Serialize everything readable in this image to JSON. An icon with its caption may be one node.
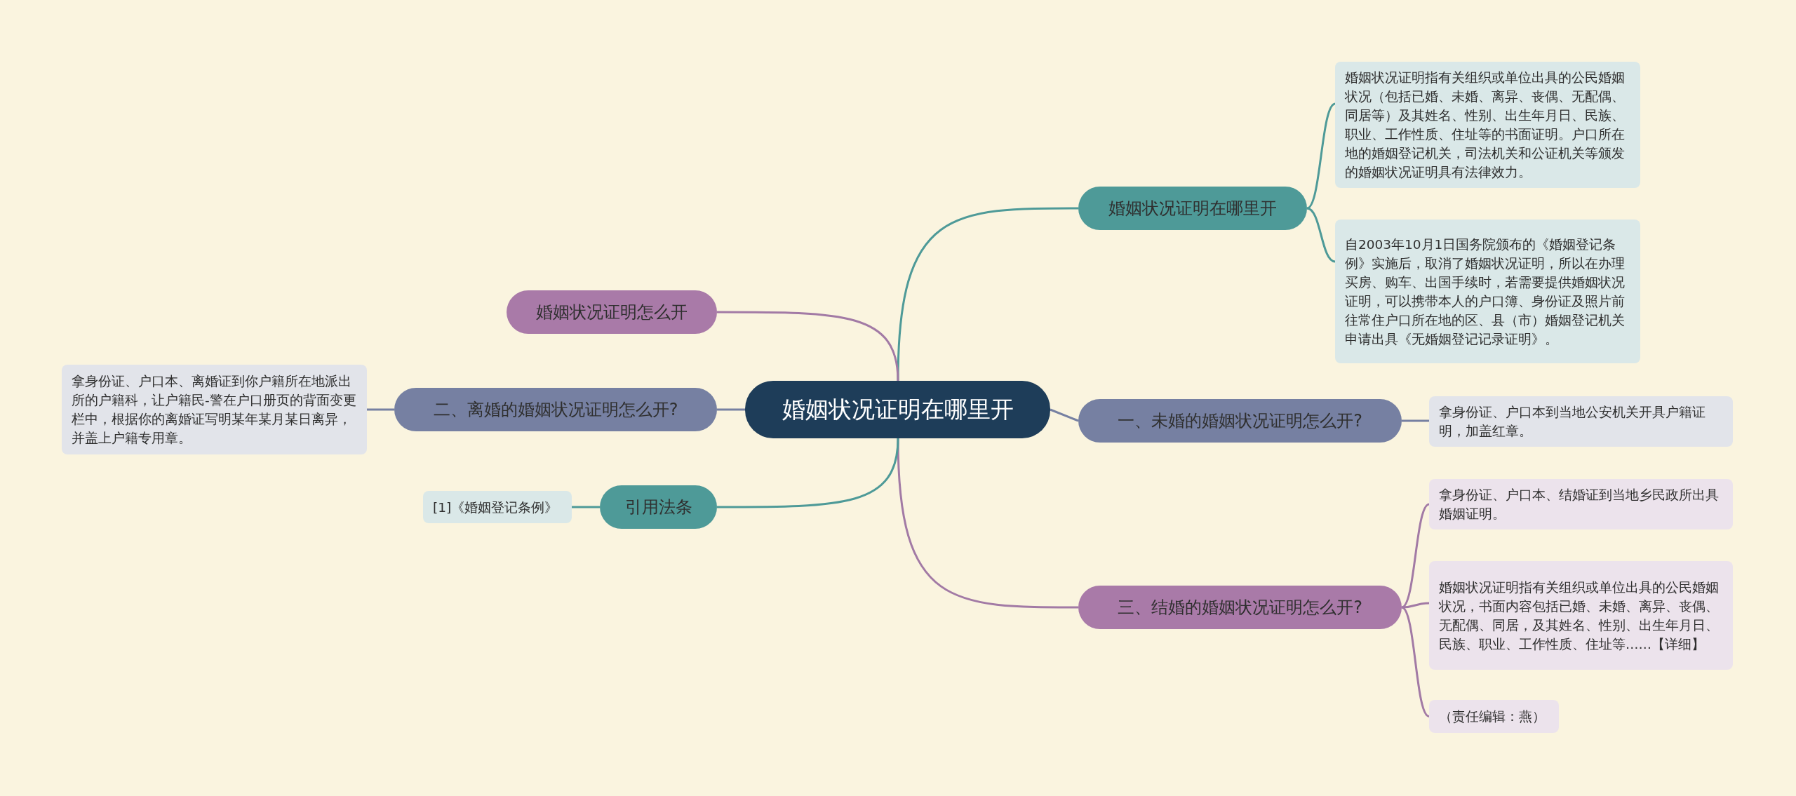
{
  "diagram": {
    "nodes": [
      {
        "text": [
          "婚姻状况证明在哪里开"
        ]
      },
      {
        "text": [
          "婚姻状况证明在哪里开"
        ]
      },
      {
        "text": [
          "婚姻状况证明指有关组织或单位出具的公民婚姻状况（包括已婚、未婚、离异、丧偶、无配偶、同居等）及其姓名、性别、出生年月日、民族、职业、工作性质、住址等的书面证明。户口所在地的婚姻登记机关，司法机关和公证机关等颁发的婚姻状况证明具有法律效力。"
        ]
      },
      {
        "text": [
          "自2003年10月1日国务院颁布的《婚姻登记条例》实施后，取消了婚姻状况证明，所以在办理买房、购车、出国手续时，若需要提供婚姻状况证明，可以携带本人的户口簿、身份证及照片前往常住户口所在地的区、县（市）婚姻登记机关申请出具《无婚姻登记记录证明》。"
        ]
      },
      {
        "text": [
          "一、未婚的婚姻状况证明怎么开?"
        ]
      },
      {
        "text": [
          "拿身份证、户口本到当地公安机关开具户籍证明，加盖红章。"
        ]
      },
      {
        "text": [
          "三、结婚的婚姻状况证明怎么开?"
        ]
      },
      {
        "text": [
          "拿身份证、户口本、结婚证到当地乡民政所出具婚姻证明。"
        ]
      },
      {
        "text": [
          "婚姻状况证明指有关组织或单位出具的公民婚姻状况，书面内容包括已婚、未婚、离异、丧偶、无配偶、同居，及其姓名、性别、出生年月日、民族、职业、工作性质、住址等……【详细】"
        ]
      },
      {
        "text": [
          "（责任编辑：燕）"
        ]
      },
      {
        "text": [
          "婚姻状况证明怎么开"
        ]
      },
      {
        "text": [
          "二、离婚的婚姻状况证明怎么开?"
        ]
      },
      {
        "text": [
          "拿身份证、户口本、离婚证到你户籍所在地派出所的户籍科，让户籍民-警在户口册页的背面变更栏中，根据你的离婚证写明某年某月某日离异，并盖上户籍专用章。"
        ]
      },
      {
        "text": [
          "引用法条"
        ]
      },
      {
        "text": [
          "[1]《婚姻登记条例》"
        ]
      }
    ],
    "edges": [
      {
        "from": 0,
        "to": 1,
        "arrow": "none",
        "color": "#4e9a98"
      },
      {
        "from": 1,
        "to": 2,
        "arrow": "none",
        "color": "#4e9a98"
      },
      {
        "from": 1,
        "to": 3,
        "arrow": "none",
        "color": "#4e9a98"
      },
      {
        "from": 0,
        "to": 4,
        "arrow": "none",
        "color": "#7680a2"
      },
      {
        "from": 4,
        "to": 5,
        "arrow": "none",
        "color": "#7680a2"
      },
      {
        "from": 0,
        "to": 6,
        "arrow": "none",
        "color": "#a27aa5"
      },
      {
        "from": 6,
        "to": 7,
        "arrow": "none",
        "color": "#a27aa5"
      },
      {
        "from": 6,
        "to": 8,
        "arrow": "none",
        "color": "#a27aa5"
      },
      {
        "from": 6,
        "to": 9,
        "arrow": "none",
        "color": "#a27aa5"
      },
      {
        "from": 0,
        "to": 10,
        "arrow": "none",
        "color": "#a27aa5"
      },
      {
        "from": 0,
        "to": 11,
        "arrow": "none",
        "color": "#7680a2"
      },
      {
        "from": 11,
        "to": 12,
        "arrow": "none",
        "color": "#7680a2"
      },
      {
        "from": 0,
        "to": 13,
        "arrow": "none",
        "color": "#4e9a98"
      },
      {
        "from": 13,
        "to": 14,
        "arrow": "none",
        "color": "#4e9a98"
      }
    ]
  }
}
